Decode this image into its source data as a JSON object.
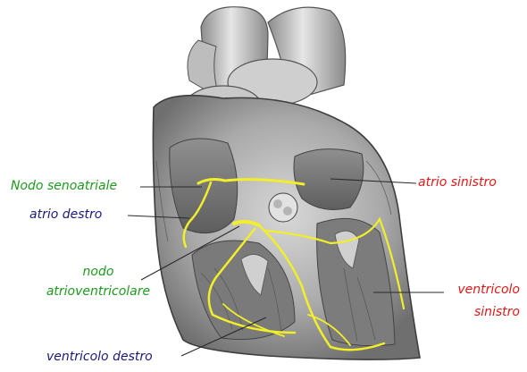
{
  "labels": {
    "sa_node": "Nodo senoatriale",
    "right_atrium": "atrio destro",
    "av_node_line1": "nodo",
    "av_node_line2": "atrioventricolare",
    "right_ventricle": "ventricolo destro",
    "left_atrium": "atrio sinistro",
    "left_ventricle_line1": "ventricolo",
    "left_ventricle_line2": "sinistro"
  },
  "colors": {
    "conduction_label": "#1e9a1e",
    "right_heart_label": "#1a1a7a",
    "left_heart_label": "#e01818",
    "conduction_pathway": "#f2ee2a",
    "heart_tissue": "#9a9a9a"
  }
}
